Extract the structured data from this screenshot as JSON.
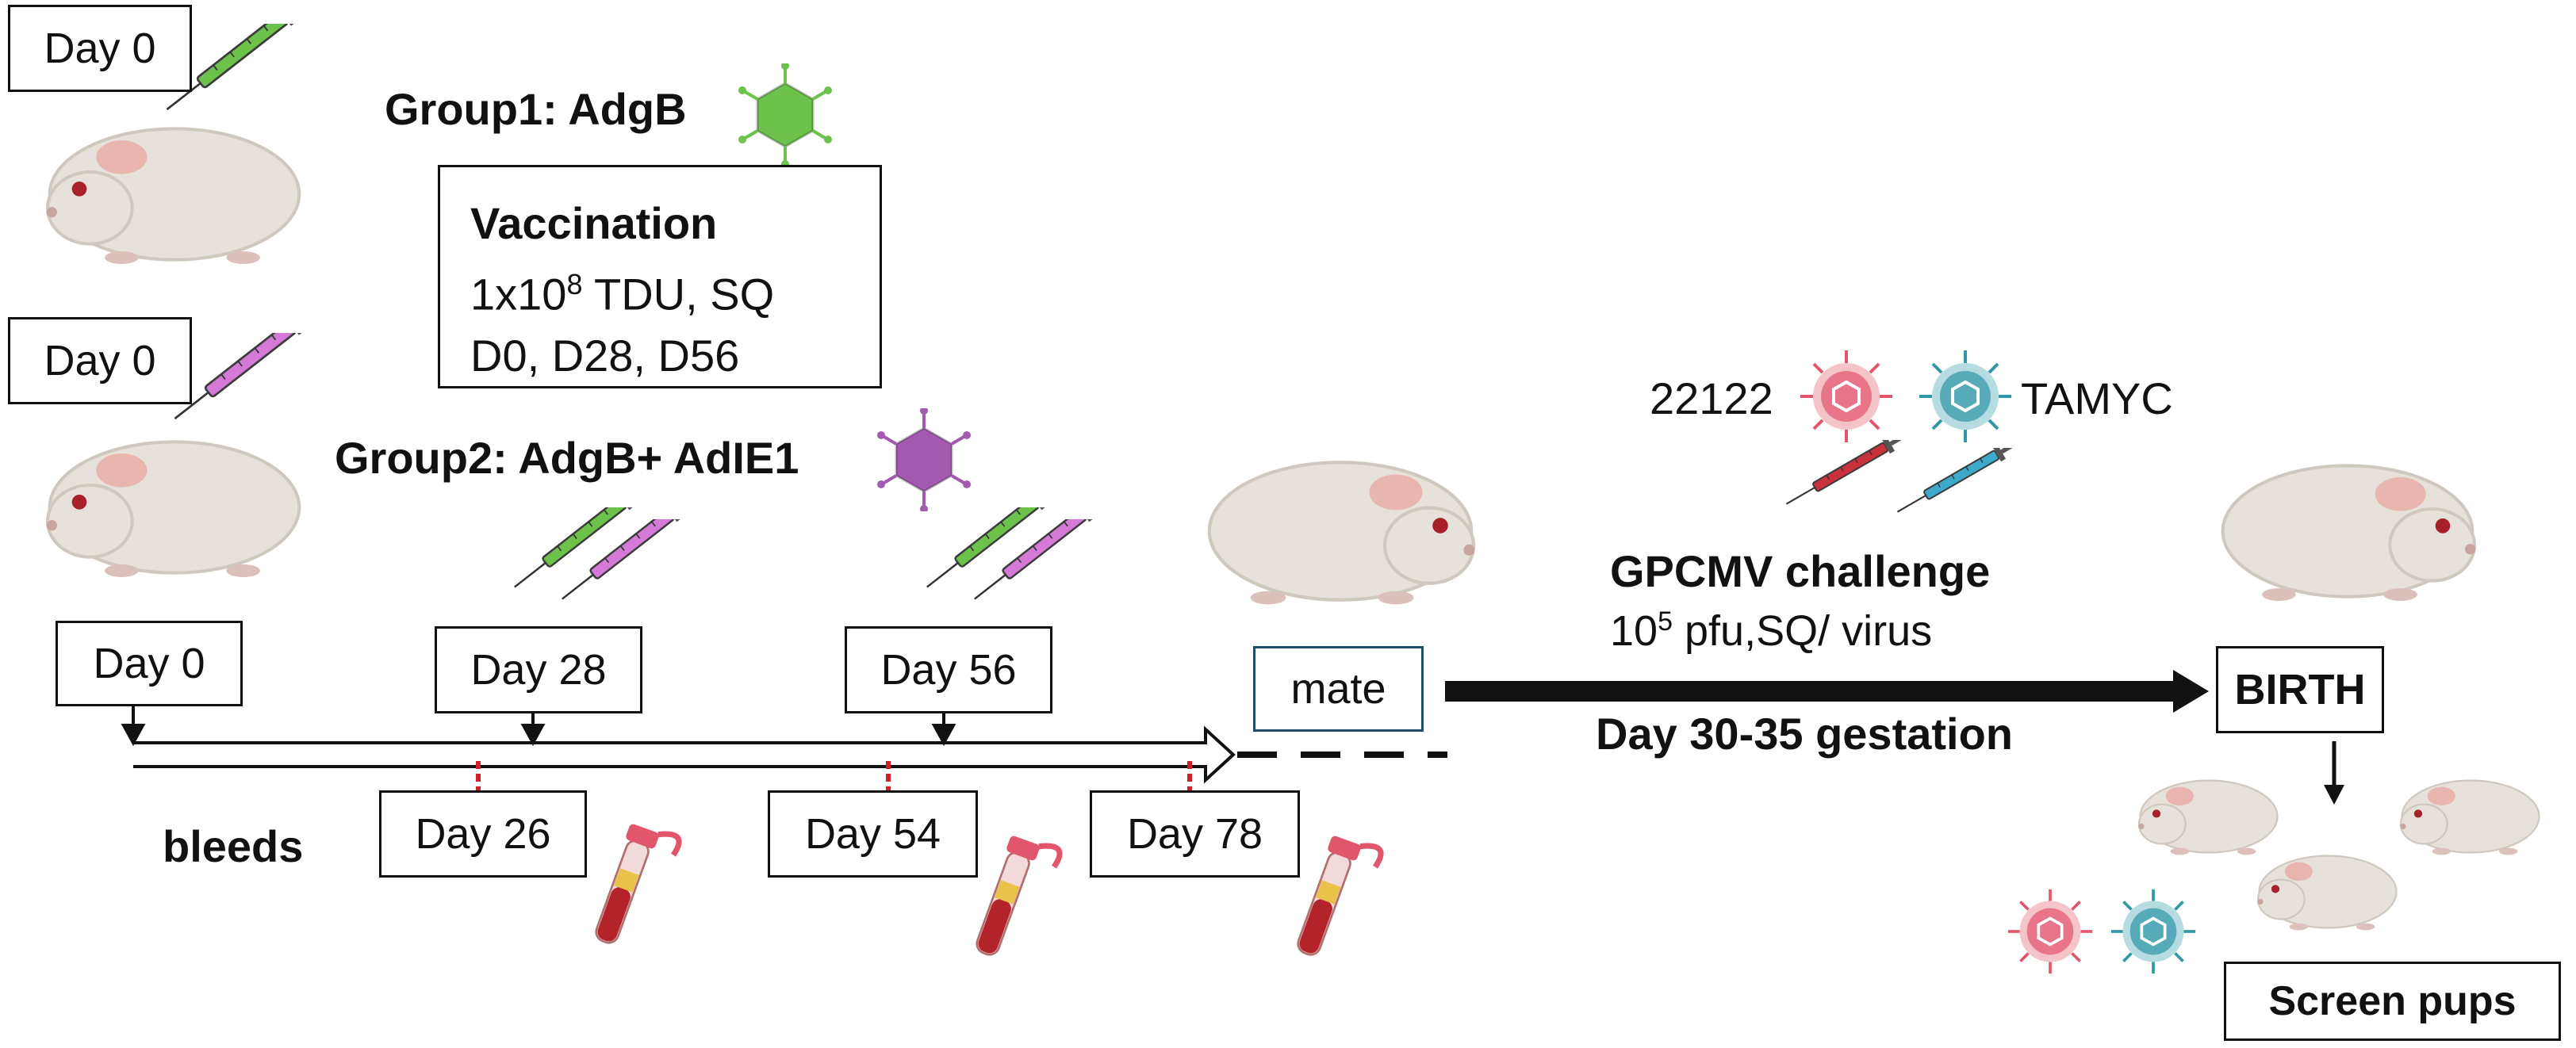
{
  "group1": {
    "day_label": "Day 0",
    "title": "Group1: AdgB",
    "vector_icon": "green-virus-icon"
  },
  "group2": {
    "day_label": "Day 0",
    "title": "Group2: AdgB+ AdIE1",
    "vector_icon": "purple-virus-icon"
  },
  "vaccination": {
    "title": "Vaccination",
    "dose_prefix": "1x10",
    "dose_exp": "8",
    "dose_suffix": " TDU, SQ",
    "days": "D0, D28, D56"
  },
  "timeline": {
    "points": [
      "Day 0",
      "Day 28",
      "Day 56"
    ],
    "bleeds_label": "bleeds",
    "bleed_days": [
      "Day 26",
      "Day 54",
      "Day 78"
    ],
    "mate_label": "mate"
  },
  "challenge": {
    "strain_a": "22122",
    "strain_b": "TAMYC",
    "title": "GPCMV challenge",
    "dose_prefix": "10",
    "dose_exp": "5",
    "dose_suffix": " pfu,SQ/ virus",
    "gestation": "Day 30-35 gestation"
  },
  "outcome": {
    "birth_label": "BIRTH",
    "screen_label": "Screen pups"
  },
  "colors": {
    "green_syringe": "#6cc24a",
    "purple_syringe": "#d57ad6",
    "red_virus": "#e2566b",
    "teal_virus": "#2f97a6",
    "blood_red": "#b3242a",
    "guinea_pig": "#e6e1da",
    "mate_border": "#1f4e6b"
  }
}
